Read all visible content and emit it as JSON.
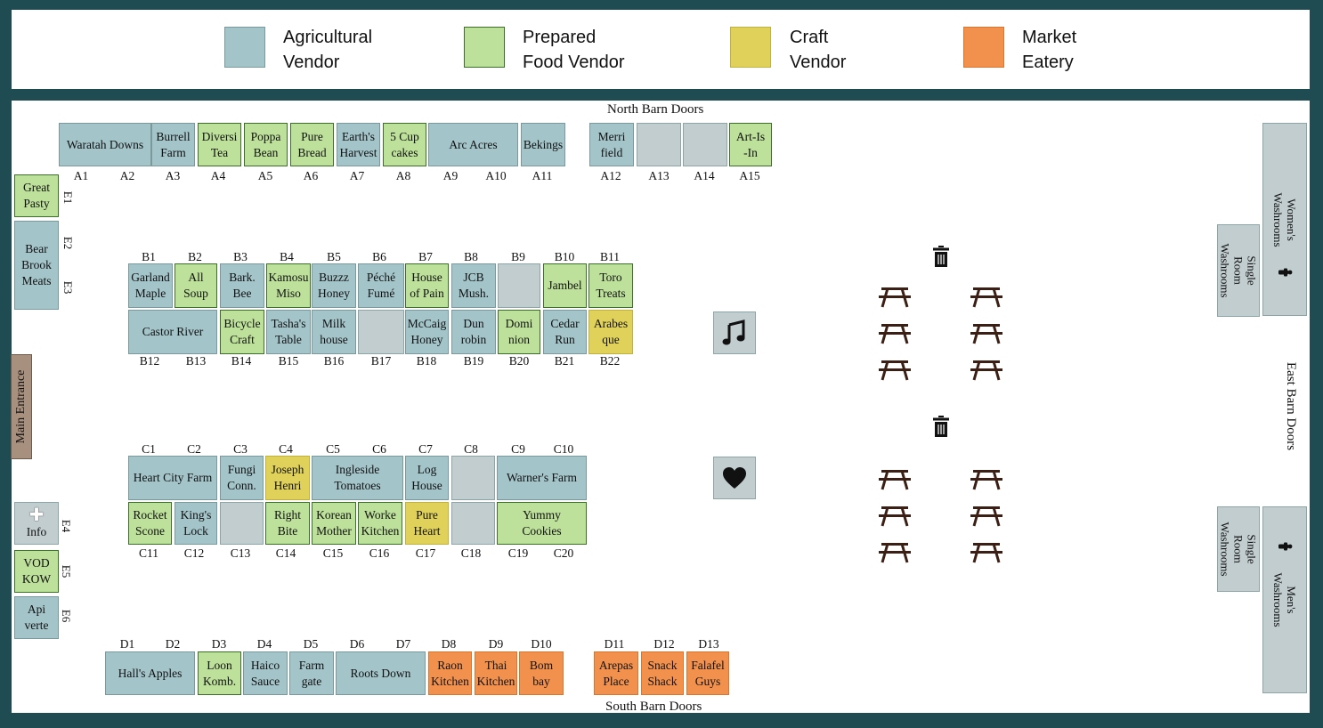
{
  "colors": {
    "agricultural": "#a3c4c9",
    "prepared": "#bde19a",
    "craft": "#e0d15a",
    "eatery": "#f2914e",
    "empty": "#c2cdcf",
    "background": "#1f4c52"
  },
  "legend": [
    {
      "type": "ag",
      "line1": "Agricultural",
      "line2": "Vendor"
    },
    {
      "type": "pf",
      "line1": "Prepared",
      "line2": "Food Vendor"
    },
    {
      "type": "cr",
      "line1": "Craft",
      "line2": "Vendor"
    },
    {
      "type": "me",
      "line1": "Market",
      "line2": "Eatery"
    }
  ],
  "doors": {
    "north": "North Barn Doors",
    "south": "South Barn Doors",
    "east": "East Barn Doors",
    "main": "Main Entrance"
  },
  "washrooms": {
    "womens": "Women's Washrooms",
    "mens": "Men's Washrooms",
    "single_top": "Single Room\nWashrooms",
    "single_bottom": "Single Room\nWashrooms"
  },
  "info": {
    "label": "Info"
  },
  "stalls": {
    "row_a": [
      {
        "name": "Waratah Downs",
        "type": "ag"
      },
      {
        "name": "Burrell\nFarm",
        "type": "ag"
      },
      {
        "name": "Diversi\nTea",
        "type": "pf"
      },
      {
        "name": "Poppa\nBean",
        "type": "pf"
      },
      {
        "name": "Pure\nBread",
        "type": "pf"
      },
      {
        "name": "Earth's\nHarvest",
        "type": "ag"
      },
      {
        "name": "5 Cup\ncakes",
        "type": "pf"
      },
      {
        "name": "Arc Acres",
        "type": "ag"
      },
      {
        "name": "Bekings",
        "type": "ag"
      },
      {
        "name": "Merri\nfield",
        "type": "ag"
      },
      {
        "name": "",
        "type": "em"
      },
      {
        "name": "",
        "type": "em"
      },
      {
        "name": "Art-Is\n-In",
        "type": "pf"
      }
    ],
    "row_a_labels": [
      "A1",
      "A2",
      "A3",
      "A4",
      "A5",
      "A6",
      "A7",
      "A8",
      "A9",
      "A10",
      "A11",
      "A12",
      "A13",
      "A14",
      "A15"
    ],
    "row_b_top": [
      {
        "name": "Garland\nMaple",
        "type": "ag"
      },
      {
        "name": "All\nSoup",
        "type": "pf"
      },
      {
        "name": "Bark.\nBee",
        "type": "ag"
      },
      {
        "name": "Kamosu\nMiso",
        "type": "pf"
      },
      {
        "name": "Buzzz\nHoney",
        "type": "ag"
      },
      {
        "name": "Péché\nFumé",
        "type": "ag"
      },
      {
        "name": "House\nof Pain",
        "type": "pf"
      },
      {
        "name": "JCB\nMush.",
        "type": "ag"
      },
      {
        "name": "",
        "type": "em"
      },
      {
        "name": "Jambel",
        "type": "pf"
      },
      {
        "name": "Toro\nTreats",
        "type": "pf"
      }
    ],
    "row_b_top_labels": [
      "B1",
      "B2",
      "B3",
      "B4",
      "B5",
      "B6",
      "B7",
      "B8",
      "B9",
      "B10",
      "B11"
    ],
    "row_b_bottom": [
      {
        "name": "Castor River",
        "type": "ag"
      },
      {
        "name": "Bicycle\nCraft",
        "type": "pf"
      },
      {
        "name": "Tasha's\nTable",
        "type": "ag"
      },
      {
        "name": "Milk\nhouse",
        "type": "ag"
      },
      {
        "name": "",
        "type": "em"
      },
      {
        "name": "McCaig\nHoney",
        "type": "ag"
      },
      {
        "name": "Dun\nrobin",
        "type": "ag"
      },
      {
        "name": "Domi\nnion",
        "type": "pf"
      },
      {
        "name": "Cedar\nRun",
        "type": "ag"
      },
      {
        "name": "Arabes\nque",
        "type": "cr"
      }
    ],
    "row_b_bottom_labels": [
      "B12",
      "B13",
      "B14",
      "B15",
      "B16",
      "B17",
      "B18",
      "B19",
      "B20",
      "B21",
      "B22"
    ],
    "row_c_top": [
      {
        "name": "Heart City Farm",
        "type": "ag"
      },
      {
        "name": "Fungi\nConn.",
        "type": "ag"
      },
      {
        "name": "Joseph\nHenri",
        "type": "cr"
      },
      {
        "name": "Ingleside\nTomatoes",
        "type": "ag"
      },
      {
        "name": "Log\nHouse",
        "type": "ag"
      },
      {
        "name": "",
        "type": "em"
      },
      {
        "name": "Warner's Farm",
        "type": "ag"
      }
    ],
    "row_c_top_labels": [
      "C1",
      "C2",
      "C3",
      "C4",
      "C5",
      "C6",
      "C7",
      "C8",
      "C9",
      "C10"
    ],
    "row_c_bottom": [
      {
        "name": "Rocket\nScone",
        "type": "pf"
      },
      {
        "name": "King's\nLock",
        "type": "ag"
      },
      {
        "name": "",
        "type": "em"
      },
      {
        "name": "Right\nBite",
        "type": "pf"
      },
      {
        "name": "Korean\nMother",
        "type": "pf"
      },
      {
        "name": "Worke\nKitchen",
        "type": "pf"
      },
      {
        "name": "Pure\nHeart",
        "type": "cr"
      },
      {
        "name": "",
        "type": "em"
      },
      {
        "name": "Yummy\nCookies",
        "type": "pf"
      }
    ],
    "row_c_bottom_labels": [
      "C11",
      "C12",
      "C13",
      "C14",
      "C15",
      "C16",
      "C17",
      "C18",
      "C19",
      "C20"
    ],
    "row_d": [
      {
        "name": "Hall's Apples",
        "type": "ag"
      },
      {
        "name": "Loon\nKomb.",
        "type": "pf"
      },
      {
        "name": "Haico\nSauce",
        "type": "ag"
      },
      {
        "name": "Farm\ngate",
        "type": "ag"
      },
      {
        "name": "Roots Down",
        "type": "ag"
      },
      {
        "name": "Raon\nKitchen",
        "type": "me"
      },
      {
        "name": "Thai\nKitchen",
        "type": "me"
      },
      {
        "name": "Bom\nbay",
        "type": "me"
      },
      {
        "name": "Arepas\nPlace",
        "type": "me"
      },
      {
        "name": "Snack\nShack",
        "type": "me"
      },
      {
        "name": "Falafel\nGuys",
        "type": "me"
      }
    ],
    "row_d_labels": [
      "D1",
      "D2",
      "D3",
      "D4",
      "D5",
      "D6",
      "D7",
      "D8",
      "D9",
      "D10",
      "D11",
      "D12",
      "D13"
    ],
    "row_e": [
      {
        "name": "Great\nPasty",
        "type": "pf"
      },
      {
        "name": "Bear\nBrook\nMeats",
        "type": "ag"
      },
      {
        "name": "VOD\nKOW",
        "type": "pf"
      },
      {
        "name": "Api\nverte",
        "type": "ag"
      }
    ],
    "row_e_labels": [
      "E1",
      "E2",
      "E3",
      "E4",
      "E5",
      "E6"
    ]
  },
  "icons": {
    "stage": "music-note-icon",
    "first_aid": "heart-icon",
    "picnic": "picnic-table-icon",
    "trash": "trash-bin-icon"
  }
}
